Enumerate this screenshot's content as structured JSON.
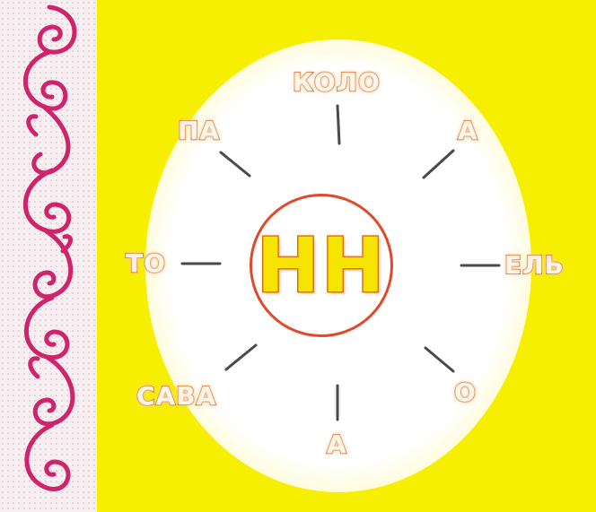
{
  "center": {
    "letters": "НН"
  },
  "words": {
    "top": "КОЛО",
    "top_left": "ПА",
    "top_right": "А",
    "left": "ТО",
    "right": "ЕЛЬ",
    "bottom_left": "САВА",
    "bottom_right": "О",
    "bottom": "А"
  },
  "colors": {
    "background": "#f7ef00",
    "ring": "#e0492a",
    "center_fill": "#f5e400",
    "word_outline": "#d9551c",
    "ornament": "#d0246a"
  }
}
